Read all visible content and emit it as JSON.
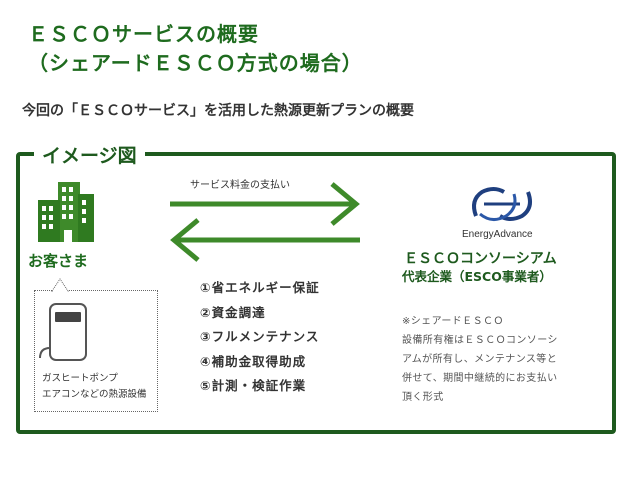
{
  "header": {
    "title_line1": "ＥＳＣＯサービスの概要",
    "title_line2": "（シェアードＥＳＣＯ方式の場合）",
    "subtitle": "今回の「ＥＳＣＯサービス」を活用した熱源更新プランの概要"
  },
  "diagram": {
    "frame_label": "イメージ図",
    "customer": {
      "label": "お客さま",
      "equipment_caption_line1": "ガスヒートポンプ",
      "equipment_caption_line2": "エアコンなどの熱源設備",
      "icon": "building-icon"
    },
    "payment_label": "サービス料金の支払い",
    "services": [
      "①省エネルギー保証",
      "②資金調達",
      "③フルメンテナンス",
      "④補助金取得助成",
      "⑤計測・検証作業"
    ],
    "provider": {
      "logo_text": "EnergyAdvance",
      "consortium": "ＥＳＣＯコンソーシアム",
      "role": "代表企業（ESCO事業者）",
      "note_lines": [
        "※シェアードＥＳＣＯ",
        "設備所有権はＥＳＣＯコンソーシ",
        "アムが所有し、メンテナンス等と",
        "併せて、期間中継続的にお支払い",
        "頂く形式"
      ]
    }
  },
  "colors": {
    "accent_green": "#1e6b1e",
    "frame_green": "#1e5a1e",
    "arrow_green": "#3e8a2a",
    "logo_blue": "#1f3f7f"
  }
}
